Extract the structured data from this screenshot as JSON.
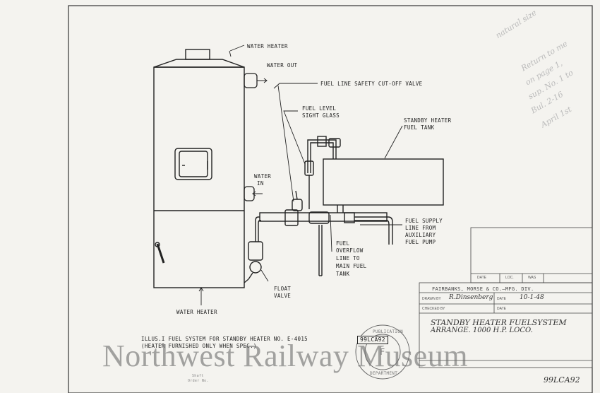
{
  "labels": {
    "water_heater_top": "WATER HEATER",
    "water_out": "WATER OUT",
    "safety_valve": "FUEL LINE SAFETY CUT-OFF VALVE",
    "fuel_level_1": "FUEL LEVEL",
    "fuel_level_2": "SIGHT GLASS",
    "standby_tank_1": "STANDBY HEATER",
    "standby_tank_2": "FUEL TANK",
    "water_in_1": "WATER",
    "water_in_2": "IN",
    "fuel_supply_1": "FUEL SUPPLY",
    "fuel_supply_2": "LINE FROM",
    "fuel_supply_3": "AUXILIARY",
    "fuel_supply_4": "FUEL PUMP",
    "overflow_1": "FUEL",
    "overflow_2": "OVERFLOW",
    "overflow_3": "LINE TO",
    "overflow_4": "MAIN FUEL",
    "overflow_5": "TANK",
    "float_valve_1": "FLOAT",
    "float_valve_2": "VALVE",
    "water_heater_bottom": "WATER HEATER",
    "caption_1": "ILLUS.I FUEL SYSTEM FOR STANDBY HEATER NO. E-4015",
    "caption_2": "(HEATER FURNISHED ONLY WHEN SPEC.)"
  },
  "title_block": {
    "company": "FAIRBANKS, MORSE & CO.—MFG. DIV.",
    "drawn_by_label": "DRAWN BY",
    "drawn_by": "R.Dinsenberg",
    "date_label": "DATE",
    "date": "10-1-48",
    "checked_by_label": "CHECKED BY",
    "date2_label": "DATE",
    "title_1": "STANDBY HEATER FUELSYSTEM",
    "title_2": "ARRANGE.   1000 H.P. LOCO.",
    "drawing_number": "99LCA92",
    "stamp_number": "99LCA92",
    "rev_col_1": "DATE",
    "rev_col_2": "LOC.",
    "rev_col_3": "WAS",
    "bottom_1": "Shaft",
    "bottom_2": "Order No."
  },
  "stamp": {
    "top": "PUBLICATION",
    "middle": "F",
    "bottom": "DEPARTMENT"
  },
  "handwritten_notes": {
    "line_1": "natural size",
    "line_2": "Return to me",
    "line_3": "on page 1,",
    "line_4": "sup. No. 1 to",
    "line_5": "Bul. 2-16",
    "line_6": "April 1st"
  },
  "watermark": "Northwest Railway Museum",
  "colors": {
    "paper": "#f4f3ef",
    "ink": "#222222",
    "pencil": "#bbbbbb"
  }
}
